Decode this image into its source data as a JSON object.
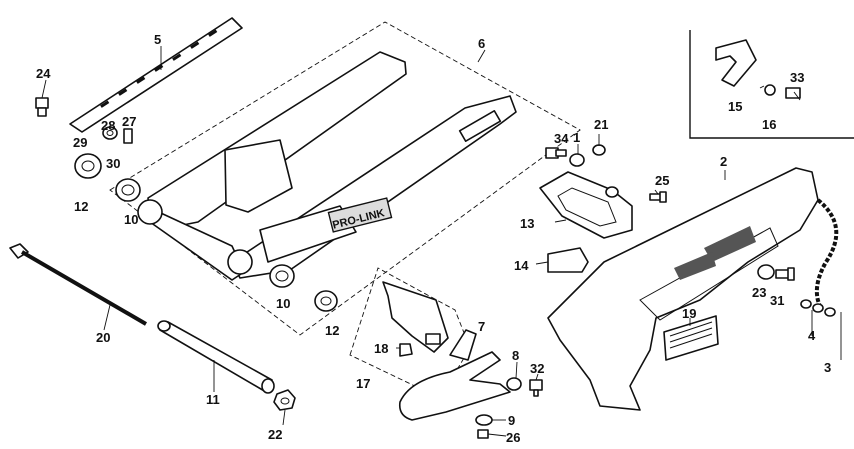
{
  "diagram": {
    "logo_text": "PRO-LINK",
    "callouts": [
      {
        "id": "c1",
        "text": "1"
      },
      {
        "id": "c2",
        "text": "2"
      },
      {
        "id": "c3",
        "text": "3"
      },
      {
        "id": "c4",
        "text": "4"
      },
      {
        "id": "c5",
        "text": "5"
      },
      {
        "id": "c6",
        "text": "6"
      },
      {
        "id": "c7",
        "text": "7"
      },
      {
        "id": "c8",
        "text": "8"
      },
      {
        "id": "c9",
        "text": "9"
      },
      {
        "id": "c10a",
        "text": "10"
      },
      {
        "id": "c10b",
        "text": "10"
      },
      {
        "id": "c11",
        "text": "11"
      },
      {
        "id": "c12a",
        "text": "12"
      },
      {
        "id": "c12b",
        "text": "12"
      },
      {
        "id": "c13",
        "text": "13"
      },
      {
        "id": "c14",
        "text": "14"
      },
      {
        "id": "c15",
        "text": "15"
      },
      {
        "id": "c16",
        "text": "16"
      },
      {
        "id": "c17",
        "text": "17"
      },
      {
        "id": "c18",
        "text": "18"
      },
      {
        "id": "c19",
        "text": "19"
      },
      {
        "id": "c20",
        "text": "20"
      },
      {
        "id": "c21",
        "text": "21"
      },
      {
        "id": "c22",
        "text": "22"
      },
      {
        "id": "c23",
        "text": "23"
      },
      {
        "id": "c24",
        "text": "24"
      },
      {
        "id": "c25",
        "text": "25"
      },
      {
        "id": "c26",
        "text": "26"
      },
      {
        "id": "c27",
        "text": "27"
      },
      {
        "id": "c28",
        "text": "28"
      },
      {
        "id": "c29",
        "text": "29"
      },
      {
        "id": "c30",
        "text": "30"
      },
      {
        "id": "c31",
        "text": "31"
      },
      {
        "id": "c32",
        "text": "32"
      },
      {
        "id": "c33",
        "text": "33"
      },
      {
        "id": "c34",
        "text": "34"
      }
    ]
  }
}
